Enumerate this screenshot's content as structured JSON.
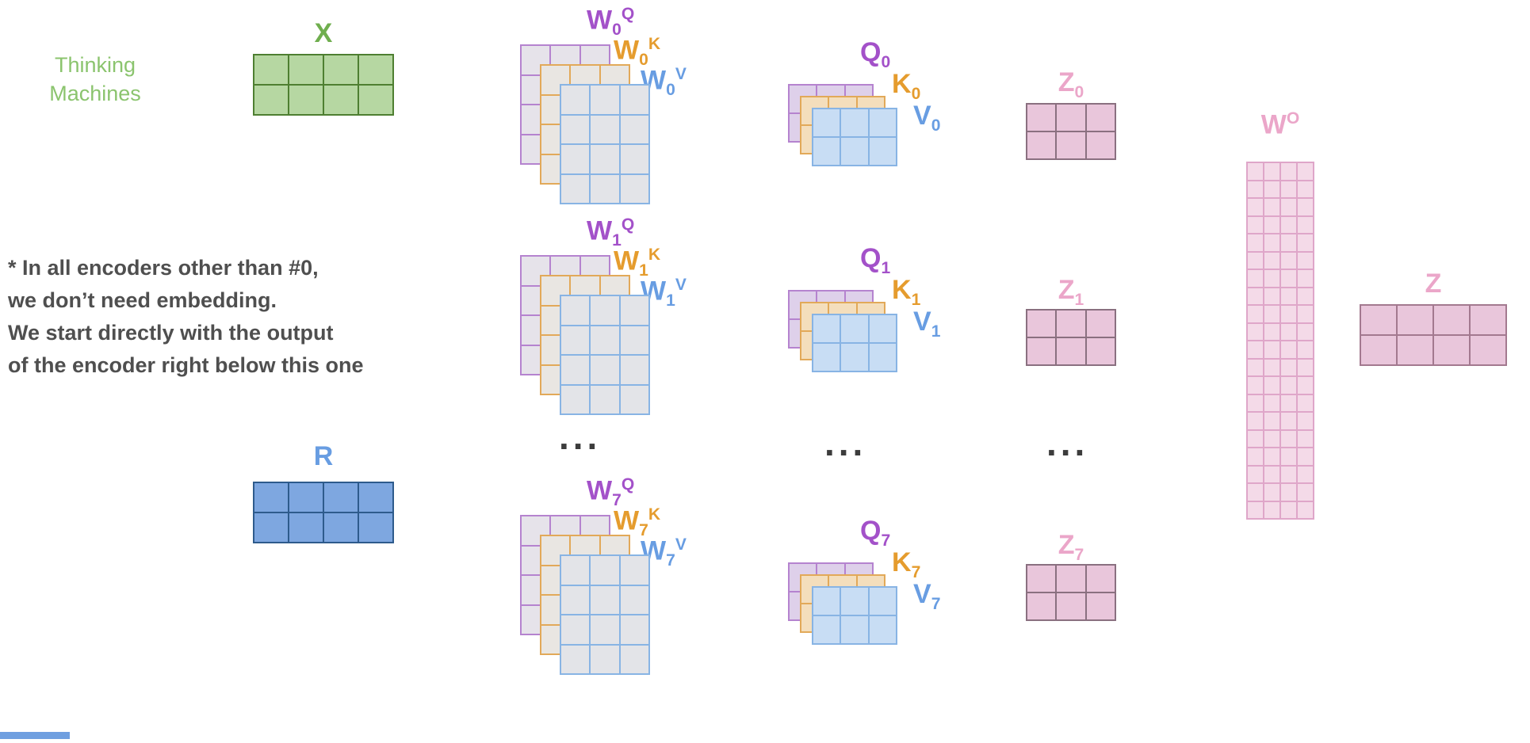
{
  "brand": {
    "line1": "Thinking",
    "line2": "Machines"
  },
  "note": {
    "line1": "* In all encoders other than #0,",
    "line2": "we don’t need embedding.",
    "line3": "We start directly with the output",
    "line4": "of the encoder right below this one"
  },
  "input_matrices": {
    "x": {
      "label": "X",
      "grid": {
        "rows": 2,
        "cols": 4
      }
    },
    "r": {
      "label": "R",
      "grid": {
        "rows": 2,
        "cols": 4
      }
    }
  },
  "heads": [
    {
      "weight_labels": {
        "q": {
          "base": "W",
          "sub": "0",
          "sup": "Q"
        },
        "k": {
          "base": "W",
          "sub": "0",
          "sup": "K"
        },
        "v": {
          "base": "W",
          "sub": "0",
          "sup": "V"
        }
      },
      "weight_grid": {
        "rows": 4,
        "cols": 3
      },
      "qkv_labels": {
        "q": {
          "base": "Q",
          "sub": "0"
        },
        "k": {
          "base": "K",
          "sub": "0"
        },
        "v": {
          "base": "V",
          "sub": "0"
        }
      },
      "qkv_grid": {
        "rows": 2,
        "cols": 3
      },
      "z_label": {
        "base": "Z",
        "sub": "0"
      },
      "z_grid": {
        "rows": 2,
        "cols": 3
      }
    },
    {
      "weight_labels": {
        "q": {
          "base": "W",
          "sub": "1",
          "sup": "Q"
        },
        "k": {
          "base": "W",
          "sub": "1",
          "sup": "K"
        },
        "v": {
          "base": "W",
          "sub": "1",
          "sup": "V"
        }
      },
      "weight_grid": {
        "rows": 4,
        "cols": 3
      },
      "qkv_labels": {
        "q": {
          "base": "Q",
          "sub": "1"
        },
        "k": {
          "base": "K",
          "sub": "1"
        },
        "v": {
          "base": "V",
          "sub": "1"
        }
      },
      "qkv_grid": {
        "rows": 2,
        "cols": 3
      },
      "z_label": {
        "base": "Z",
        "sub": "1"
      },
      "z_grid": {
        "rows": 2,
        "cols": 3
      }
    },
    {
      "weight_labels": {
        "q": {
          "base": "W",
          "sub": "7",
          "sup": "Q"
        },
        "k": {
          "base": "W",
          "sub": "7",
          "sup": "K"
        },
        "v": {
          "base": "W",
          "sub": "7",
          "sup": "V"
        }
      },
      "weight_grid": {
        "rows": 4,
        "cols": 3
      },
      "qkv_labels": {
        "q": {
          "base": "Q",
          "sub": "7"
        },
        "k": {
          "base": "K",
          "sub": "7"
        },
        "v": {
          "base": "V",
          "sub": "7"
        }
      },
      "qkv_grid": {
        "rows": 2,
        "cols": 3
      },
      "z_label": {
        "base": "Z",
        "sub": "7"
      },
      "z_grid": {
        "rows": 2,
        "cols": 3
      }
    }
  ],
  "ellipsis": "...",
  "output": {
    "wo_label": {
      "base": "W",
      "sup": "O"
    },
    "wo_grid": {
      "rows": 20,
      "cols": 4
    },
    "z_label": "Z",
    "z_grid": {
      "rows": 2,
      "cols": 4
    }
  },
  "colors": {
    "green": "#6fae4e",
    "brand-green": "#8bc46e",
    "blue": "#689de2",
    "purple": "#a351c9",
    "orange": "#e59c2e",
    "pink": "#eba6c9",
    "note-gray": "#4f4f4f",
    "dots-gray": "#3c3c3c"
  }
}
